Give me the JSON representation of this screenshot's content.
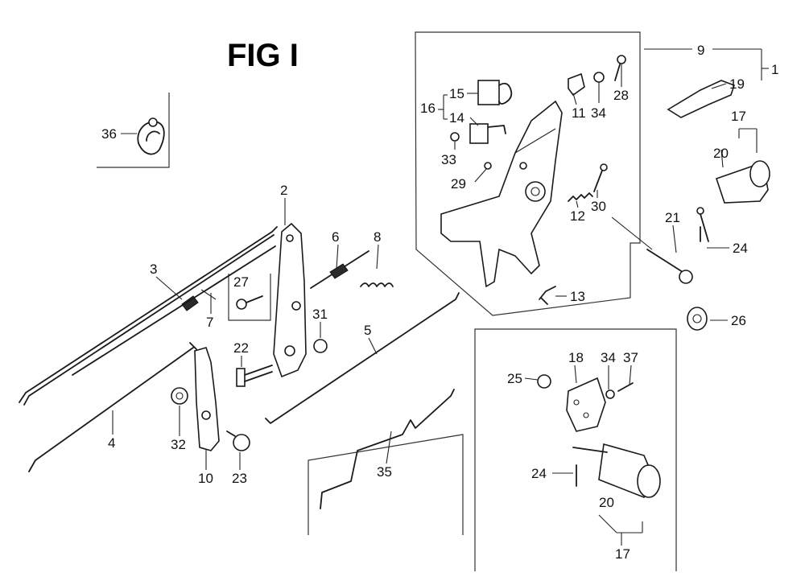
{
  "title": "FIG I",
  "labels": [
    {
      "key": "1",
      "text": "1"
    },
    {
      "key": "2",
      "text": "2"
    },
    {
      "key": "3",
      "text": "3"
    },
    {
      "key": "4",
      "text": "4"
    },
    {
      "key": "5",
      "text": "5"
    },
    {
      "key": "6",
      "text": "6"
    },
    {
      "key": "7",
      "text": "7"
    },
    {
      "key": "8",
      "text": "8"
    },
    {
      "key": "9",
      "text": "9"
    },
    {
      "key": "10",
      "text": "10"
    },
    {
      "key": "11",
      "text": "11"
    },
    {
      "key": "12",
      "text": "12"
    },
    {
      "key": "13",
      "text": "13"
    },
    {
      "key": "14",
      "text": "14"
    },
    {
      "key": "15",
      "text": "15"
    },
    {
      "key": "16",
      "text": "16"
    },
    {
      "key": "17a",
      "text": "17"
    },
    {
      "key": "17b",
      "text": "17"
    },
    {
      "key": "18",
      "text": "18"
    },
    {
      "key": "19",
      "text": "19"
    },
    {
      "key": "20a",
      "text": "20"
    },
    {
      "key": "20b",
      "text": "20"
    },
    {
      "key": "21",
      "text": "21"
    },
    {
      "key": "22",
      "text": "22"
    },
    {
      "key": "23",
      "text": "23"
    },
    {
      "key": "24a",
      "text": "24"
    },
    {
      "key": "24b",
      "text": "24"
    },
    {
      "key": "25",
      "text": "25"
    },
    {
      "key": "26",
      "text": "26"
    },
    {
      "key": "27",
      "text": "27"
    },
    {
      "key": "28",
      "text": "28"
    },
    {
      "key": "29",
      "text": "29"
    },
    {
      "key": "30",
      "text": "30"
    },
    {
      "key": "31",
      "text": "31"
    },
    {
      "key": "32",
      "text": "32"
    },
    {
      "key": "33",
      "text": "33"
    },
    {
      "key": "34a",
      "text": "34"
    },
    {
      "key": "34b",
      "text": "34"
    },
    {
      "key": "35",
      "text": "35"
    },
    {
      "key": "36",
      "text": "36"
    },
    {
      "key": "37",
      "text": "37"
    }
  ]
}
